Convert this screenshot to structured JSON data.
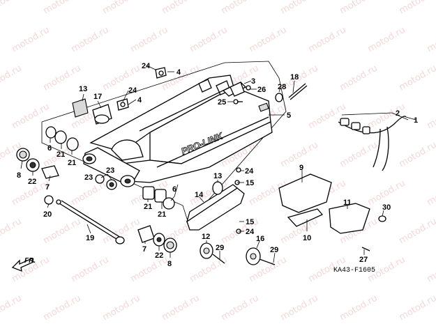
{
  "watermark": "motod.ru",
  "figure_code": "KA43-F1605",
  "front_arrow": "FR.",
  "brand_text": "PRO-LINK",
  "callouts": {
    "c1": "1",
    "c2": "2",
    "c3": "3",
    "c4a": "4",
    "c4b": "4",
    "c5": "5",
    "c6a": "6",
    "c6b": "6",
    "c7a": "7",
    "c7b": "7",
    "c8a": "8",
    "c8b": "8",
    "c9": "9",
    "c10": "10",
    "c11": "11",
    "c12": "12",
    "c13a": "13",
    "c13b": "13",
    "c14": "14",
    "c15a": "15",
    "c15b": "15",
    "c16": "16",
    "c17": "17",
    "c18": "18",
    "c19": "19",
    "c20": "20",
    "c21a": "21",
    "c21b": "21",
    "c21c": "21",
    "c21d": "21",
    "c22a": "22",
    "c22b": "22",
    "c23a": "23",
    "c23b": "23",
    "c24a": "24",
    "c24b": "24",
    "c24c": "24",
    "c24d": "24",
    "c25": "25",
    "c26": "26",
    "c27": "27",
    "c28": "28",
    "c29a": "29",
    "c29b": "29",
    "c30": "30"
  }
}
